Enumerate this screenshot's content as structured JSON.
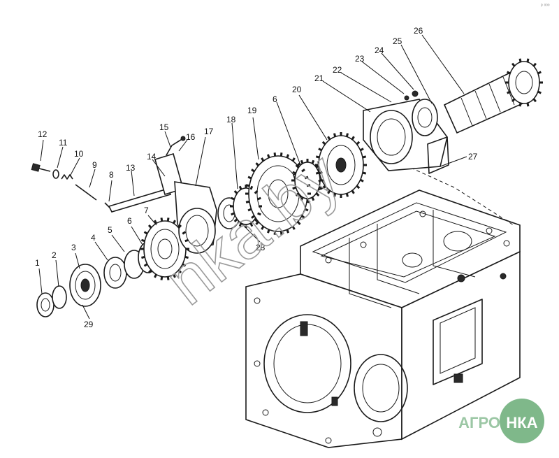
{
  "labels": [
    "1",
    "2",
    "3",
    "4",
    "5",
    "6",
    "7",
    "8",
    "9",
    "10",
    "11",
    "12",
    "13",
    "14",
    "15",
    "16",
    "17",
    "18",
    "19",
    "6",
    "20",
    "21",
    "22",
    "23",
    "24",
    "25",
    "26",
    "27",
    "28",
    "29"
  ],
  "watermark": "nka.by",
  "logo": {
    "left": "АГРО",
    "right": "НКА",
    "color": "#7fb88a"
  },
  "corner_mark": "ᵖ ᵒᵒᵒ"
}
